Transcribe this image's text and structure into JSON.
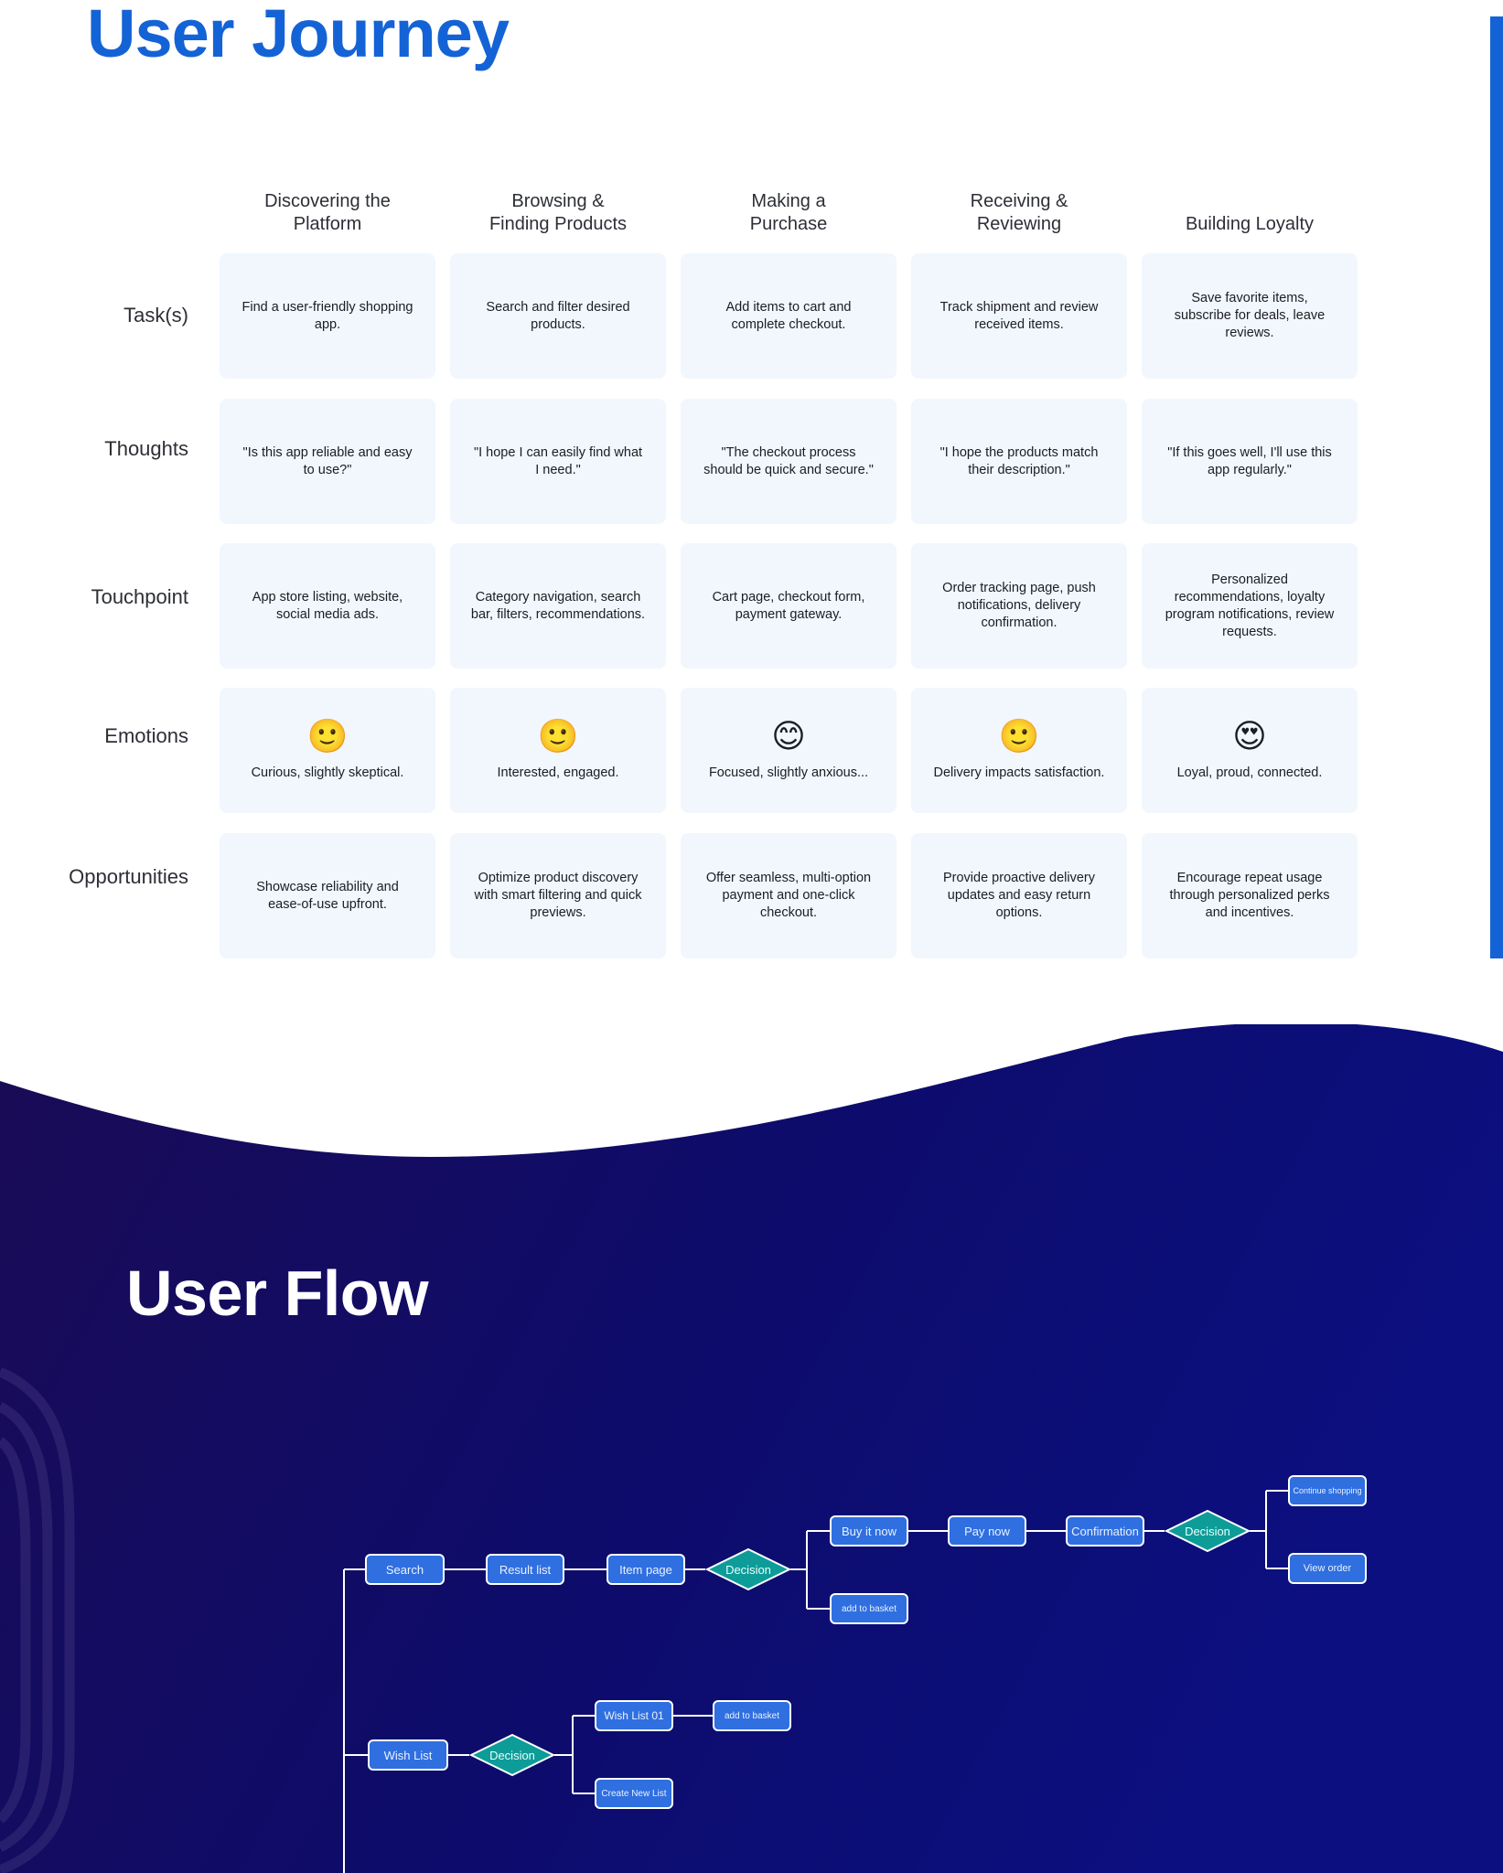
{
  "journey": {
    "title": "User Journey",
    "stages": [
      "Discovering the\nPlatform",
      "Browsing &\nFinding Products",
      "Making a\nPurchase",
      "Receiving &\nReviewing",
      "Building Loyalty"
    ],
    "rows": [
      {
        "label": "Task(s)",
        "cells": [
          {
            "text": "Find a user-friendly shopping app."
          },
          {
            "text": "Search and filter desired products."
          },
          {
            "text": "Add items to cart and complete checkout."
          },
          {
            "text": "Track shipment and review received items."
          },
          {
            "text": "Save favorite items, subscribe for deals, leave reviews."
          }
        ]
      },
      {
        "label": "Thoughts",
        "cells": [
          {
            "text": "\"Is this app reliable and easy to use?\""
          },
          {
            "text": "\"I hope I can easily find what I need.\""
          },
          {
            "text": "\"The checkout process should be quick and secure.\""
          },
          {
            "text": "\"I hope the products match their description.\""
          },
          {
            "text": "\"If this goes well, I'll use this app regularly.\""
          }
        ]
      },
      {
        "label": "Touchpoint",
        "cells": [
          {
            "text": "App store listing, website, social media ads."
          },
          {
            "text": "Category navigation, search bar, filters, recommendations."
          },
          {
            "text": "Cart page, checkout form, payment gateway."
          },
          {
            "text": "Order tracking page, push notifications, delivery confirmation."
          },
          {
            "text": "Personalized recommendations, loyalty program notifications, review requests."
          }
        ]
      },
      {
        "label": "Emotions",
        "cells": [
          {
            "emoji": "🙂",
            "emoji_name": "slightly-smiling-face-icon",
            "text": "Curious, slightly skeptical."
          },
          {
            "emoji": "🙂",
            "emoji_name": "slightly-smiling-face-icon",
            "text": "Interested, engaged."
          },
          {
            "emoji": "😊",
            "emoji_name": "smiling-face-icon",
            "text": "Focused, slightly anxious..."
          },
          {
            "emoji": "🙂",
            "emoji_name": "slightly-smiling-face-icon",
            "text": "Delivery impacts satisfaction."
          },
          {
            "emoji": "😍",
            "emoji_name": "heart-eyes-face-icon",
            "text": "Loyal, proud, connected."
          }
        ]
      },
      {
        "label": "Opportunities",
        "cells": [
          {
            "text": "Showcase reliability and ease-of-use upfront."
          },
          {
            "text": "Optimize product discovery with smart filtering and quick previews."
          },
          {
            "text": "Offer seamless, multi-option payment and one-click checkout."
          },
          {
            "text": "Provide proactive delivery updates and easy return options."
          },
          {
            "text": "Encourage repeat usage through personalized perks and incentives."
          }
        ]
      }
    ]
  },
  "flow": {
    "title": "User Flow",
    "nodes": {
      "search": "Search",
      "result_list": "Result list",
      "item_page": "Item page",
      "decision_1": "Decision",
      "buy_it_now": "Buy it now",
      "add_to_basket_1": "add to basket",
      "pay_now": "Pay now",
      "confirmation": "Confirmation",
      "decision_2": "Decision",
      "continue_shopping": "Continue shopping",
      "view_order": "View order",
      "wish_list": "Wish List",
      "decision_3": "Decision",
      "wish_list_01": "Wish List 01",
      "add_to_basket_2": "add to basket",
      "create_new_list": "Create New List"
    }
  },
  "colors": {
    "accent_blue": "#1463d6",
    "cell_bg": "#f1f7fd",
    "flow_bg_dark": "#1a0b55",
    "flow_bg": "#0c0f78",
    "node_fill": "#2f6fe0",
    "decision_fill": "#0e9c98"
  }
}
